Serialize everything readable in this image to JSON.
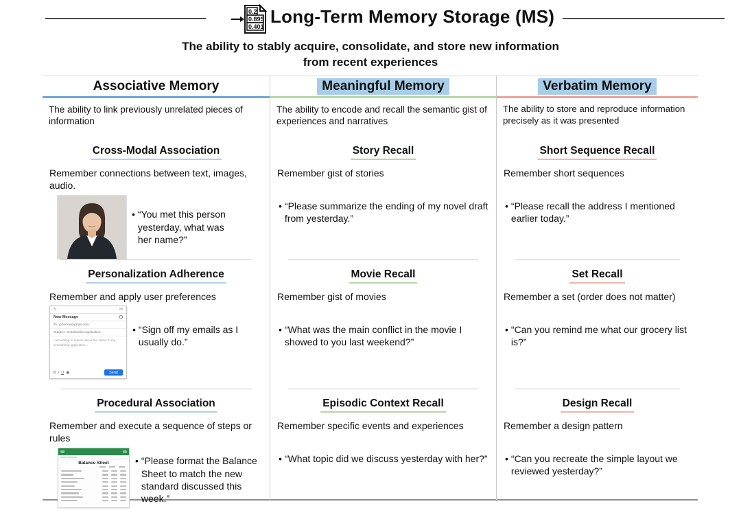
{
  "header": {
    "title": "Long-Term Memory Storage (MS)",
    "subtitle_line1": "The ability to stably acquire, consolidate, and store new information",
    "subtitle_line2": "from recent experiences",
    "icon_values": {
      "top": "0.2",
      "middle": "0.895",
      "bottom": "0.401"
    }
  },
  "colors": {
    "highlight": "#a7cde8",
    "associative_accent": "#6fa8dc",
    "meaningful_accent": "#b6d7a8",
    "verbatim_accent": "#f0a49c"
  },
  "columns": [
    {
      "title": "Associative Memory",
      "highlighted": false,
      "accent": "#6fa8dc",
      "accent_light": "#b3cdec",
      "description": "The ability to link previously unrelated pieces of information",
      "sections": [
        {
          "title": "Cross-Modal Association",
          "text": "Remember connections between text, images, audio.",
          "quote": "“You met this person yesterday, what was her name?”"
        },
        {
          "title": "Personalization Adherence",
          "text": "Remember and apply user preferences",
          "quote": "“Sign off my emails as I usually do.”"
        },
        {
          "title": "Procedural Association",
          "text": "Remember and execute a sequence of steps or rules",
          "quote": "“Please format the Balance Sheet to match the new standard discussed this week.”"
        }
      ]
    },
    {
      "title": "Meaningful Memory",
      "highlighted": true,
      "accent": "#b6d7a8",
      "accent_light": "#b6d7a8",
      "description": "The ability to encode and recall the semantic gist of experiences and narratives",
      "sections": [
        {
          "title": "Story Recall",
          "text": "Remember gist of stories",
          "quote": "“Please summarize the ending of my novel draft from yesterday.”"
        },
        {
          "title": "Movie Recall",
          "text": "Remember gist of movies",
          "quote": "“What was the main conflict in the movie I showed to you last weekend?”"
        },
        {
          "title": "Episodic Context Recall",
          "text": "Remember specific events and experiences",
          "quote": "“What topic did we discuss yesterday with her?”"
        }
      ]
    },
    {
      "title": "Verbatim Memory",
      "highlighted": true,
      "accent": "#f0a49c",
      "accent_light": "#f3b3ab",
      "description": "The ability to store and reproduce information precisely as it was presented",
      "sections": [
        {
          "title": "Short Sequence Recall",
          "text": "Remember short sequences",
          "quote": "“Please recall the address I mentioned earlier today.”"
        },
        {
          "title": "Set Recall",
          "text": "Remember a set (order does not matter)",
          "quote": "“Can you remind me what our grocery list is?”"
        },
        {
          "title": "Design Recall",
          "text": "Remember a design pattern",
          "quote": "“Can you recreate the simple layout we reviewed yesterday?”"
        }
      ]
    }
  ],
  "figures": {
    "email": {
      "window_title": "New Message",
      "to_label": "To",
      "to_value": "johndoe@gmail.com",
      "subject_label": "Subject",
      "subject_value": "Scholarship Application",
      "body": "I am writing to inquire about the status of my scholarship application...",
      "format_bold": "B",
      "format_italic": "I",
      "format_underline": "U",
      "send_label": "Send"
    },
    "spreadsheet": {
      "title": "Balance Sheet"
    }
  }
}
